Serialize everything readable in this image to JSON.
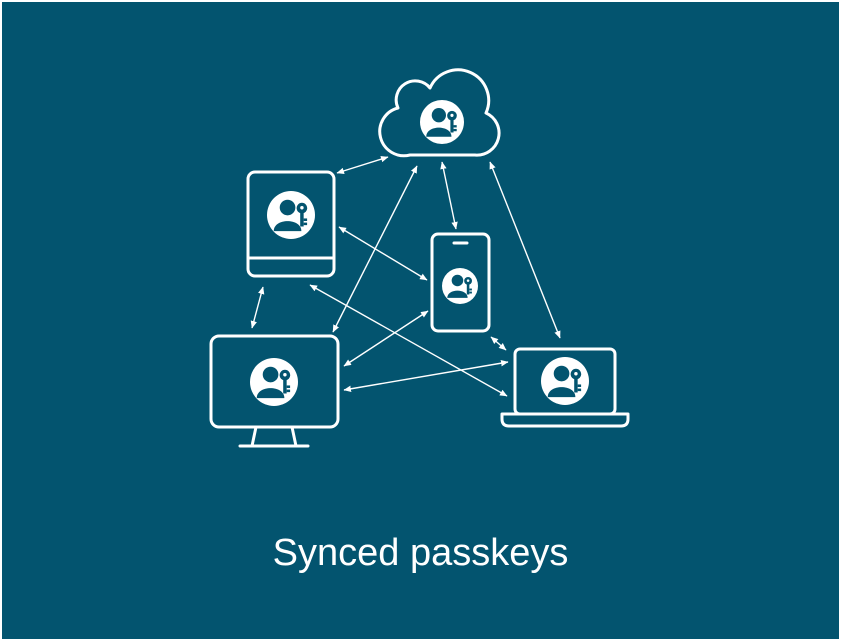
{
  "caption": "Synced passkeys",
  "colors": {
    "background": "#03546f",
    "stroke": "#ffffff"
  },
  "nodes": [
    {
      "id": "cloud",
      "device": "cloud",
      "icon": "user-key-icon"
    },
    {
      "id": "tablet",
      "device": "tablet",
      "icon": "user-key-icon"
    },
    {
      "id": "phone",
      "device": "smartphone",
      "icon": "user-key-icon"
    },
    {
      "id": "desktop",
      "device": "desktop-monitor",
      "icon": "user-key-icon"
    },
    {
      "id": "laptop",
      "device": "laptop",
      "icon": "user-key-icon"
    }
  ],
  "connections": [
    {
      "from": "cloud",
      "to": "tablet"
    },
    {
      "from": "cloud",
      "to": "phone"
    },
    {
      "from": "cloud",
      "to": "desktop"
    },
    {
      "from": "cloud",
      "to": "laptop"
    },
    {
      "from": "tablet",
      "to": "phone"
    },
    {
      "from": "tablet",
      "to": "desktop"
    },
    {
      "from": "tablet",
      "to": "laptop"
    },
    {
      "from": "phone",
      "to": "desktop"
    },
    {
      "from": "phone",
      "to": "laptop"
    },
    {
      "from": "desktop",
      "to": "laptop"
    }
  ]
}
